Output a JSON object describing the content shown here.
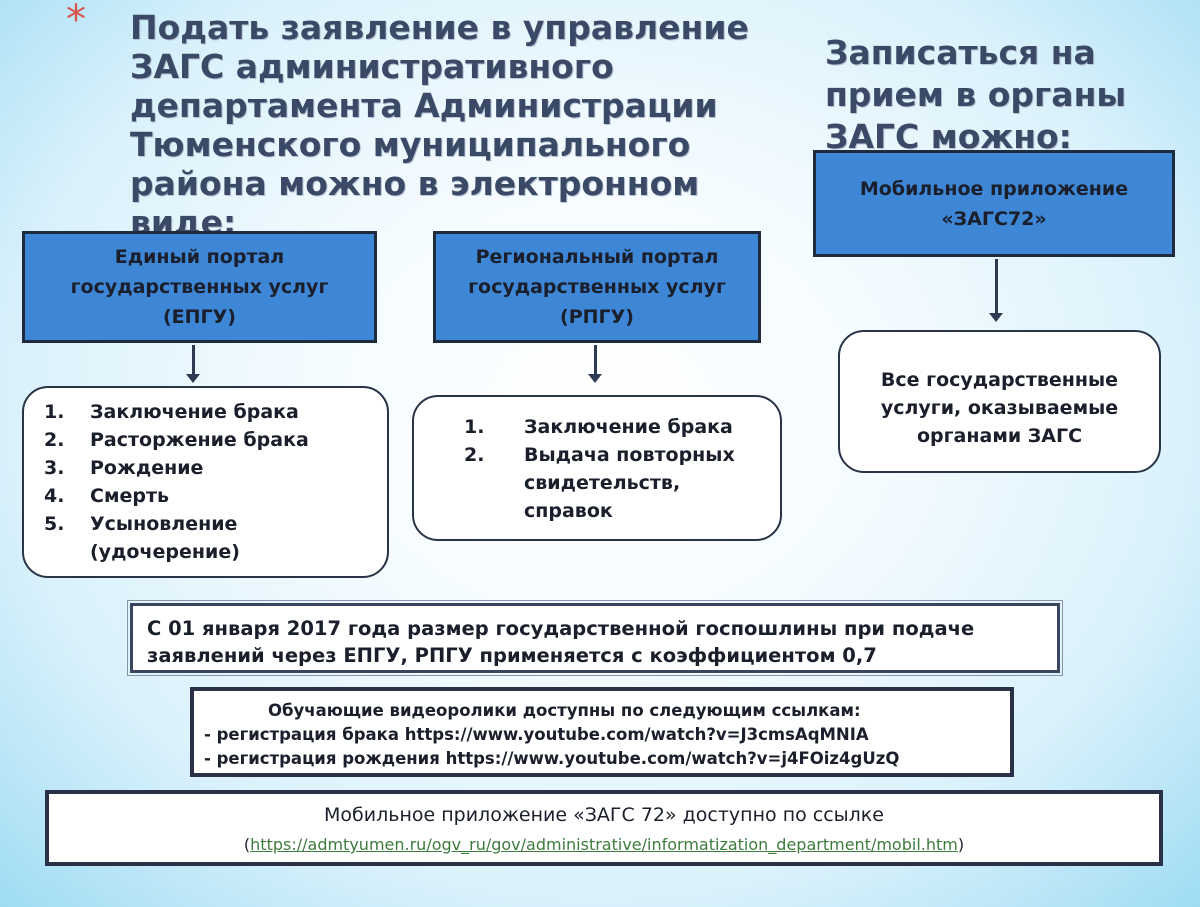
{
  "header": {
    "asterisk": "*",
    "title": "Подать заявление в управление ЗАГС административного департамента Администрации Тюменского муниципального района можно в электронном виде:",
    "side_title": "Записаться на прием в органы ЗАГС можно:"
  },
  "boxes": {
    "epgu": {
      "title": "Единый портал государственных услуг (ЕПГУ)"
    },
    "rpgu": {
      "title": "Региональный портал государственных услуг (РПГУ)"
    },
    "mobile": {
      "title": "Мобильное приложение «ЗАГС72»"
    }
  },
  "epgu_services": [
    {
      "num": "1.",
      "label": "Заключение брака"
    },
    {
      "num": "2.",
      "label": "Расторжение брака"
    },
    {
      "num": "3.",
      "label": "Рождение"
    },
    {
      "num": "4.",
      "label": "Смерть"
    },
    {
      "num": "5.",
      "label": "Усыновление (удочерение)"
    }
  ],
  "rpgu_services": [
    {
      "num": "1.",
      "label": "Заключение брака"
    },
    {
      "num": "2.",
      "label": "Выдача повторных свидетельств, справок"
    }
  ],
  "mobile_services": "Все государственные услуги, оказываемые органами ЗАГС",
  "fee_note": "С 01 января 2017 года размер государственной госпошлины при подаче заявлений через ЕПГУ, РПГУ применяется с коэффициентом 0,7",
  "videos": {
    "heading": "Обучающие видеоролики доступны по следующим ссылкам:",
    "items": [
      "- регистрация брака https://www.youtube.com/watch?v=J3cmsAqMNIA",
      "- регистрация рождения https://www.youtube.com/watch?v=j4FOiz4gUzQ"
    ]
  },
  "app_link": {
    "text": "Мобильное приложение «ЗАГС 72» доступно по ссылке",
    "open_paren": "(",
    "url": "https://admtyumen.ru/ogv_ru/gov/administrative/informatization_department/mobil.htm",
    "close_paren": ")"
  }
}
